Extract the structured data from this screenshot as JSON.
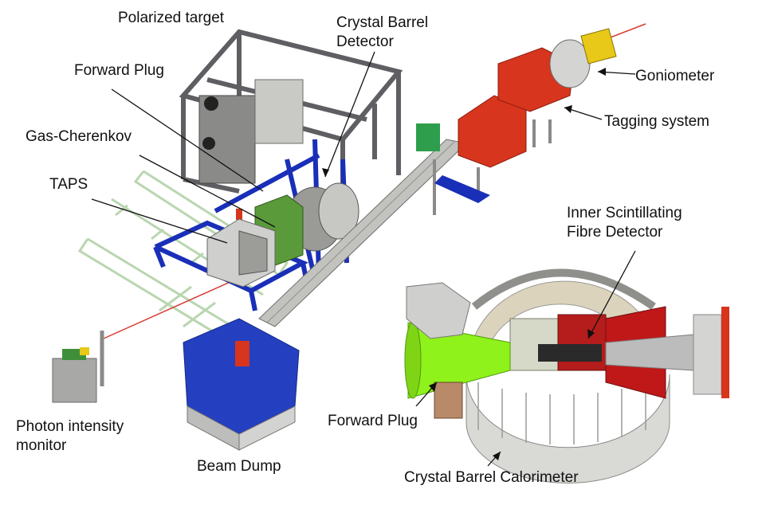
{
  "labels": {
    "polarized_target": "Polarized target",
    "crystal_barrel_detector": [
      "Crystal Barrel",
      "Detector"
    ],
    "forward_plug_top": "Forward Plug",
    "goniometer": "Goniometer",
    "gas_cherenkov": "Gas-Cherenkov",
    "tagging_system": "Tagging system",
    "taps": "TAPS",
    "inner_scintillating_fibre_detector": [
      "Inner Scintillating",
      "Fibre Detector"
    ],
    "photon_intensity_monitor": [
      "Photon intensity",
      "monitor"
    ],
    "forward_plug_bottom": "Forward Plug",
    "beam_dump": "Beam Dump",
    "crystal_barrel_calorimeter": "Crystal Barrel Calorimeter"
  },
  "colors": {
    "frame_gray": "#5f5f63",
    "blue_support": "#1a2fb8",
    "red_magnet": "#d7351d",
    "green_cherenkov": "#5a9a3a",
    "forward_plug_green": "#8ff21a",
    "gold_goniometer": "#e8c818",
    "beam_line": "#d63a2e",
    "rail_green": "#cfe6c8",
    "crystal_tan": "#dcd3bd",
    "beam_dump_blue": "#2440c0"
  }
}
